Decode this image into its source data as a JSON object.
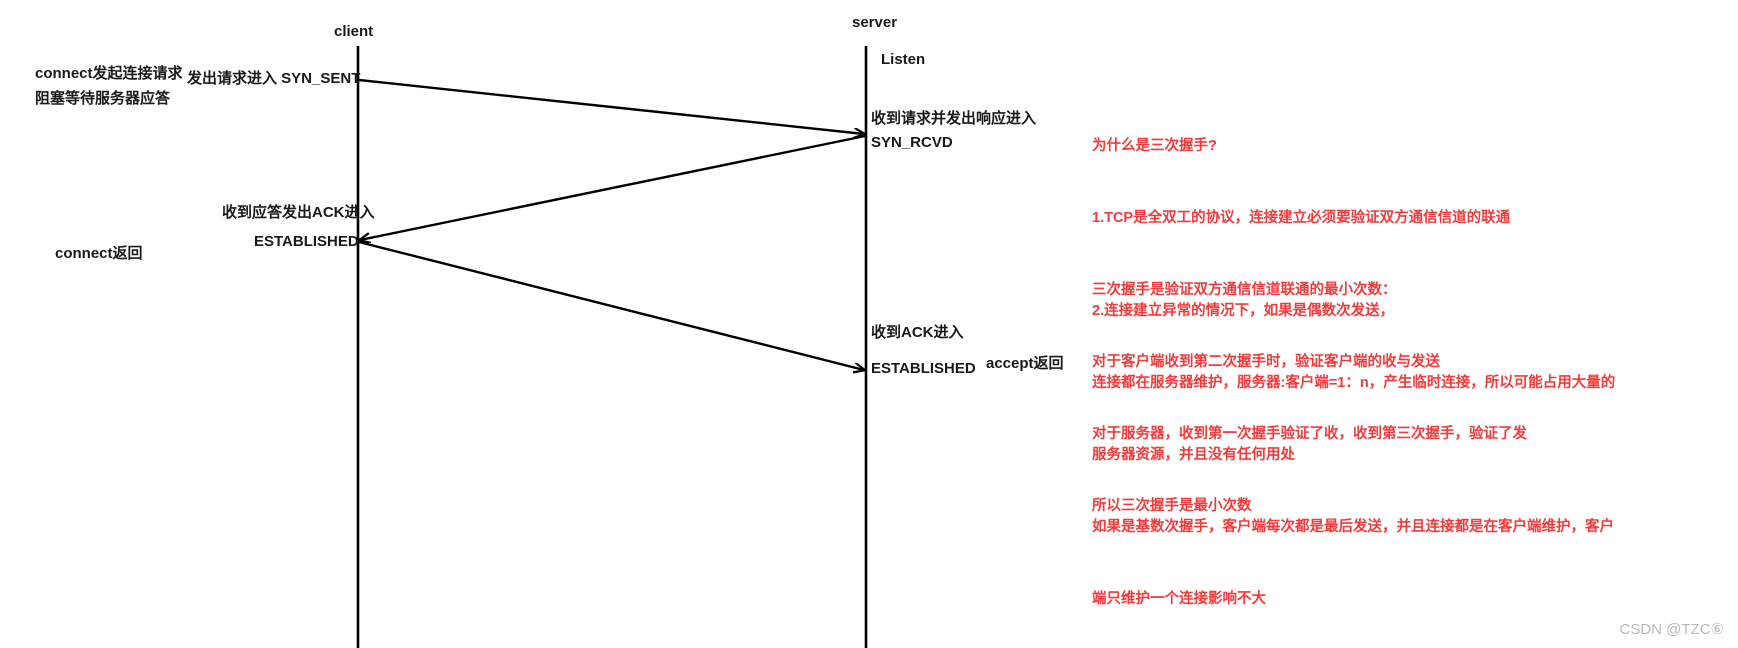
{
  "diagram": {
    "title_client": "client",
    "title_server": "server",
    "colors": {
      "line": "#000000",
      "text": "#1a1a1a",
      "annotation_red": "#f23b3b",
      "watermark": "#b9b9b9",
      "background": "#ffffff"
    },
    "client_labels": {
      "connect_request_line1": "connect发起连接请求",
      "connect_request_line2": "阻塞等待服务器应答",
      "syn_sent": "发出请求进入 SYN_SENT",
      "recv_ack_send": "收到应答发出ACK进入",
      "established": "ESTABLISHED",
      "connect_return": "connect返回"
    },
    "server_labels": {
      "listen": "Listen",
      "recv_req_send_resp": "收到请求并发出响应进入",
      "syn_rcvd": "SYN_RCVD",
      "recv_ack": "收到ACK进入",
      "established": "ESTABLISHED",
      "accept_return": "accept返回"
    }
  },
  "annotation": {
    "group1": [
      "为什么是三次握手?",
      "1.TCP是全双工的协议，连接建立必须要验证双方通信信道的联通",
      "三次握手是验证双方通信信道联通的最小次数：",
      "对于客户端收到第二次握手时，验证客户端的收与发送",
      "对于服务器，收到第一次握手验证了收，收到第三次握手，验证了发",
      "所以三次握手是最小次数"
    ],
    "group2": [
      "2.连接建立异常的情况下，如果是偶数次发送，",
      "连接都在服务器维护，服务器:客户端=1：n，产生临时连接，所以可能占用大量的",
      "服务器资源，并且没有任何用处",
      "如果是基数次握手，客户端每次都是最后发送，并且连接都是在客户端维护，客户",
      "端只维护一个连接影响不大"
    ]
  },
  "watermark": {
    "text": "CSDN @TZC⑥"
  }
}
